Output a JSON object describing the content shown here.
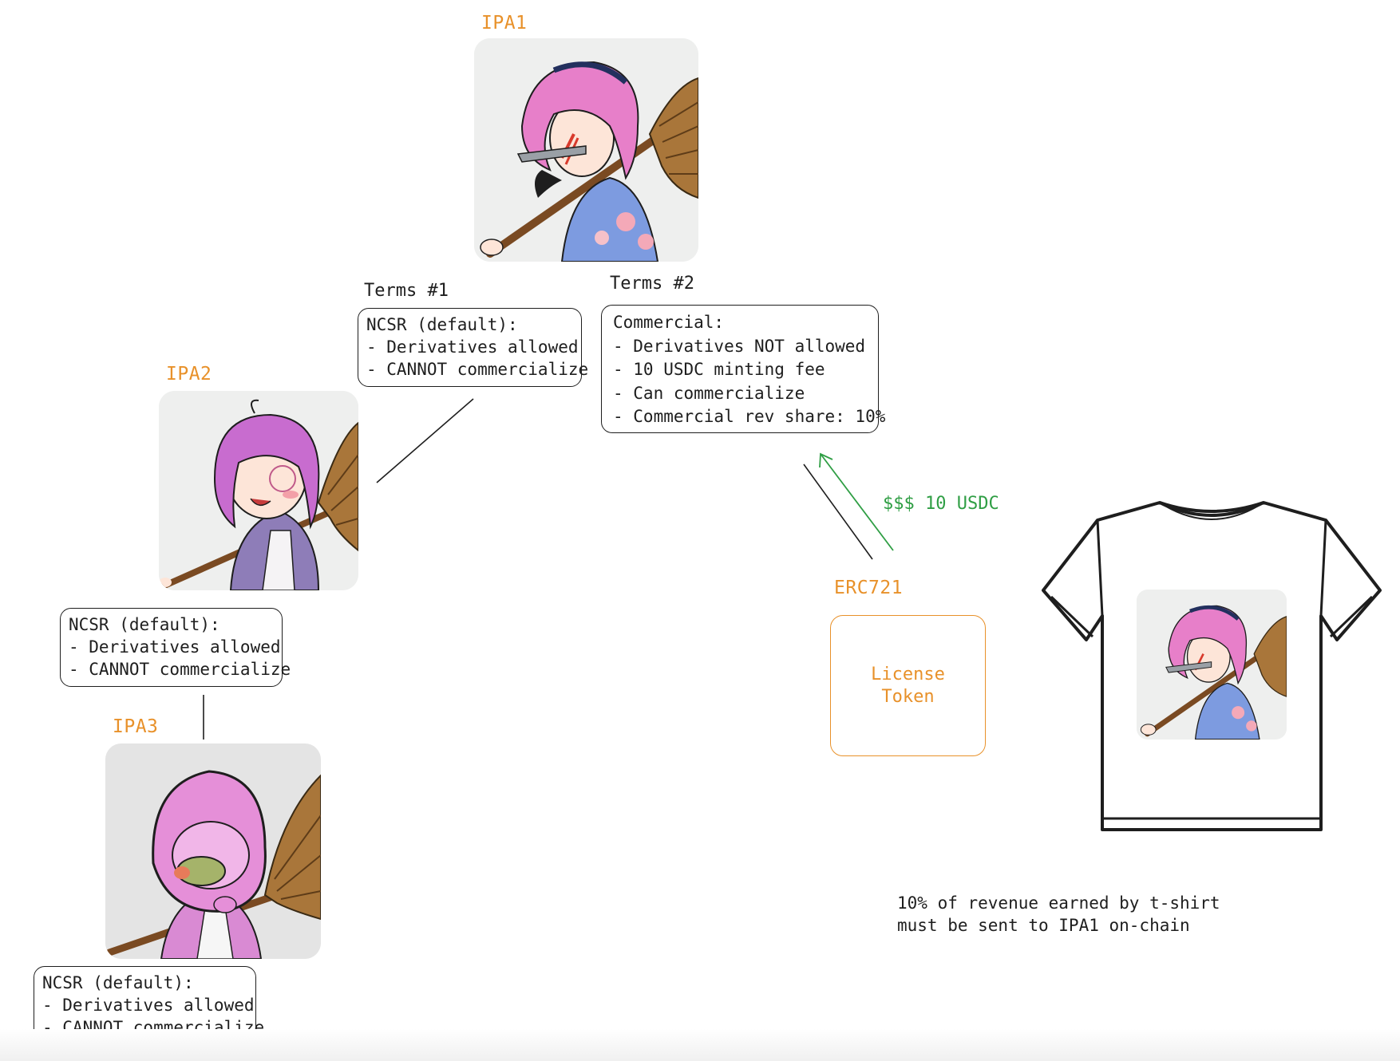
{
  "nodes": {
    "ipa1": {
      "label": "IPA1"
    },
    "ipa2": {
      "label": "IPA2"
    },
    "ipa3": {
      "label": "IPA3"
    }
  },
  "terms": {
    "terms1": {
      "label": "Terms #1",
      "lines": [
        "NCSR (default):",
        "- Derivatives allowed",
        "- CANNOT commercialize"
      ]
    },
    "terms2": {
      "label": "Terms #2",
      "lines": [
        "Commercial:",
        "- Derivatives NOT allowed",
        "- 10 USDC minting fee",
        "- Can commercialize",
        "- Commercial rev share: 10%"
      ]
    },
    "ipa2_terms": {
      "lines": [
        "NCSR (default):",
        "- Derivatives allowed",
        "- CANNOT commercialize"
      ]
    },
    "ipa3_terms": {
      "lines": [
        "NCSR (default):",
        "- Derivatives allowed",
        "- CANNOT commercialize"
      ]
    }
  },
  "token": {
    "label": "ERC721",
    "lines": [
      "License",
      "Token"
    ]
  },
  "payment": {
    "label": "$$$ 10 USDC"
  },
  "note": {
    "lines": [
      "10% of revenue earned by t-shirt",
      "must be sent to IPA1 on-chain"
    ]
  },
  "colors": {
    "ip_label": "#e8912a",
    "token_border": "#e8912a",
    "payment": "#2f9e44",
    "ink": "#1e1e1e"
  },
  "icons": {
    "tshirt": "tshirt-icon",
    "character_art": "anime-witch-with-broom"
  }
}
